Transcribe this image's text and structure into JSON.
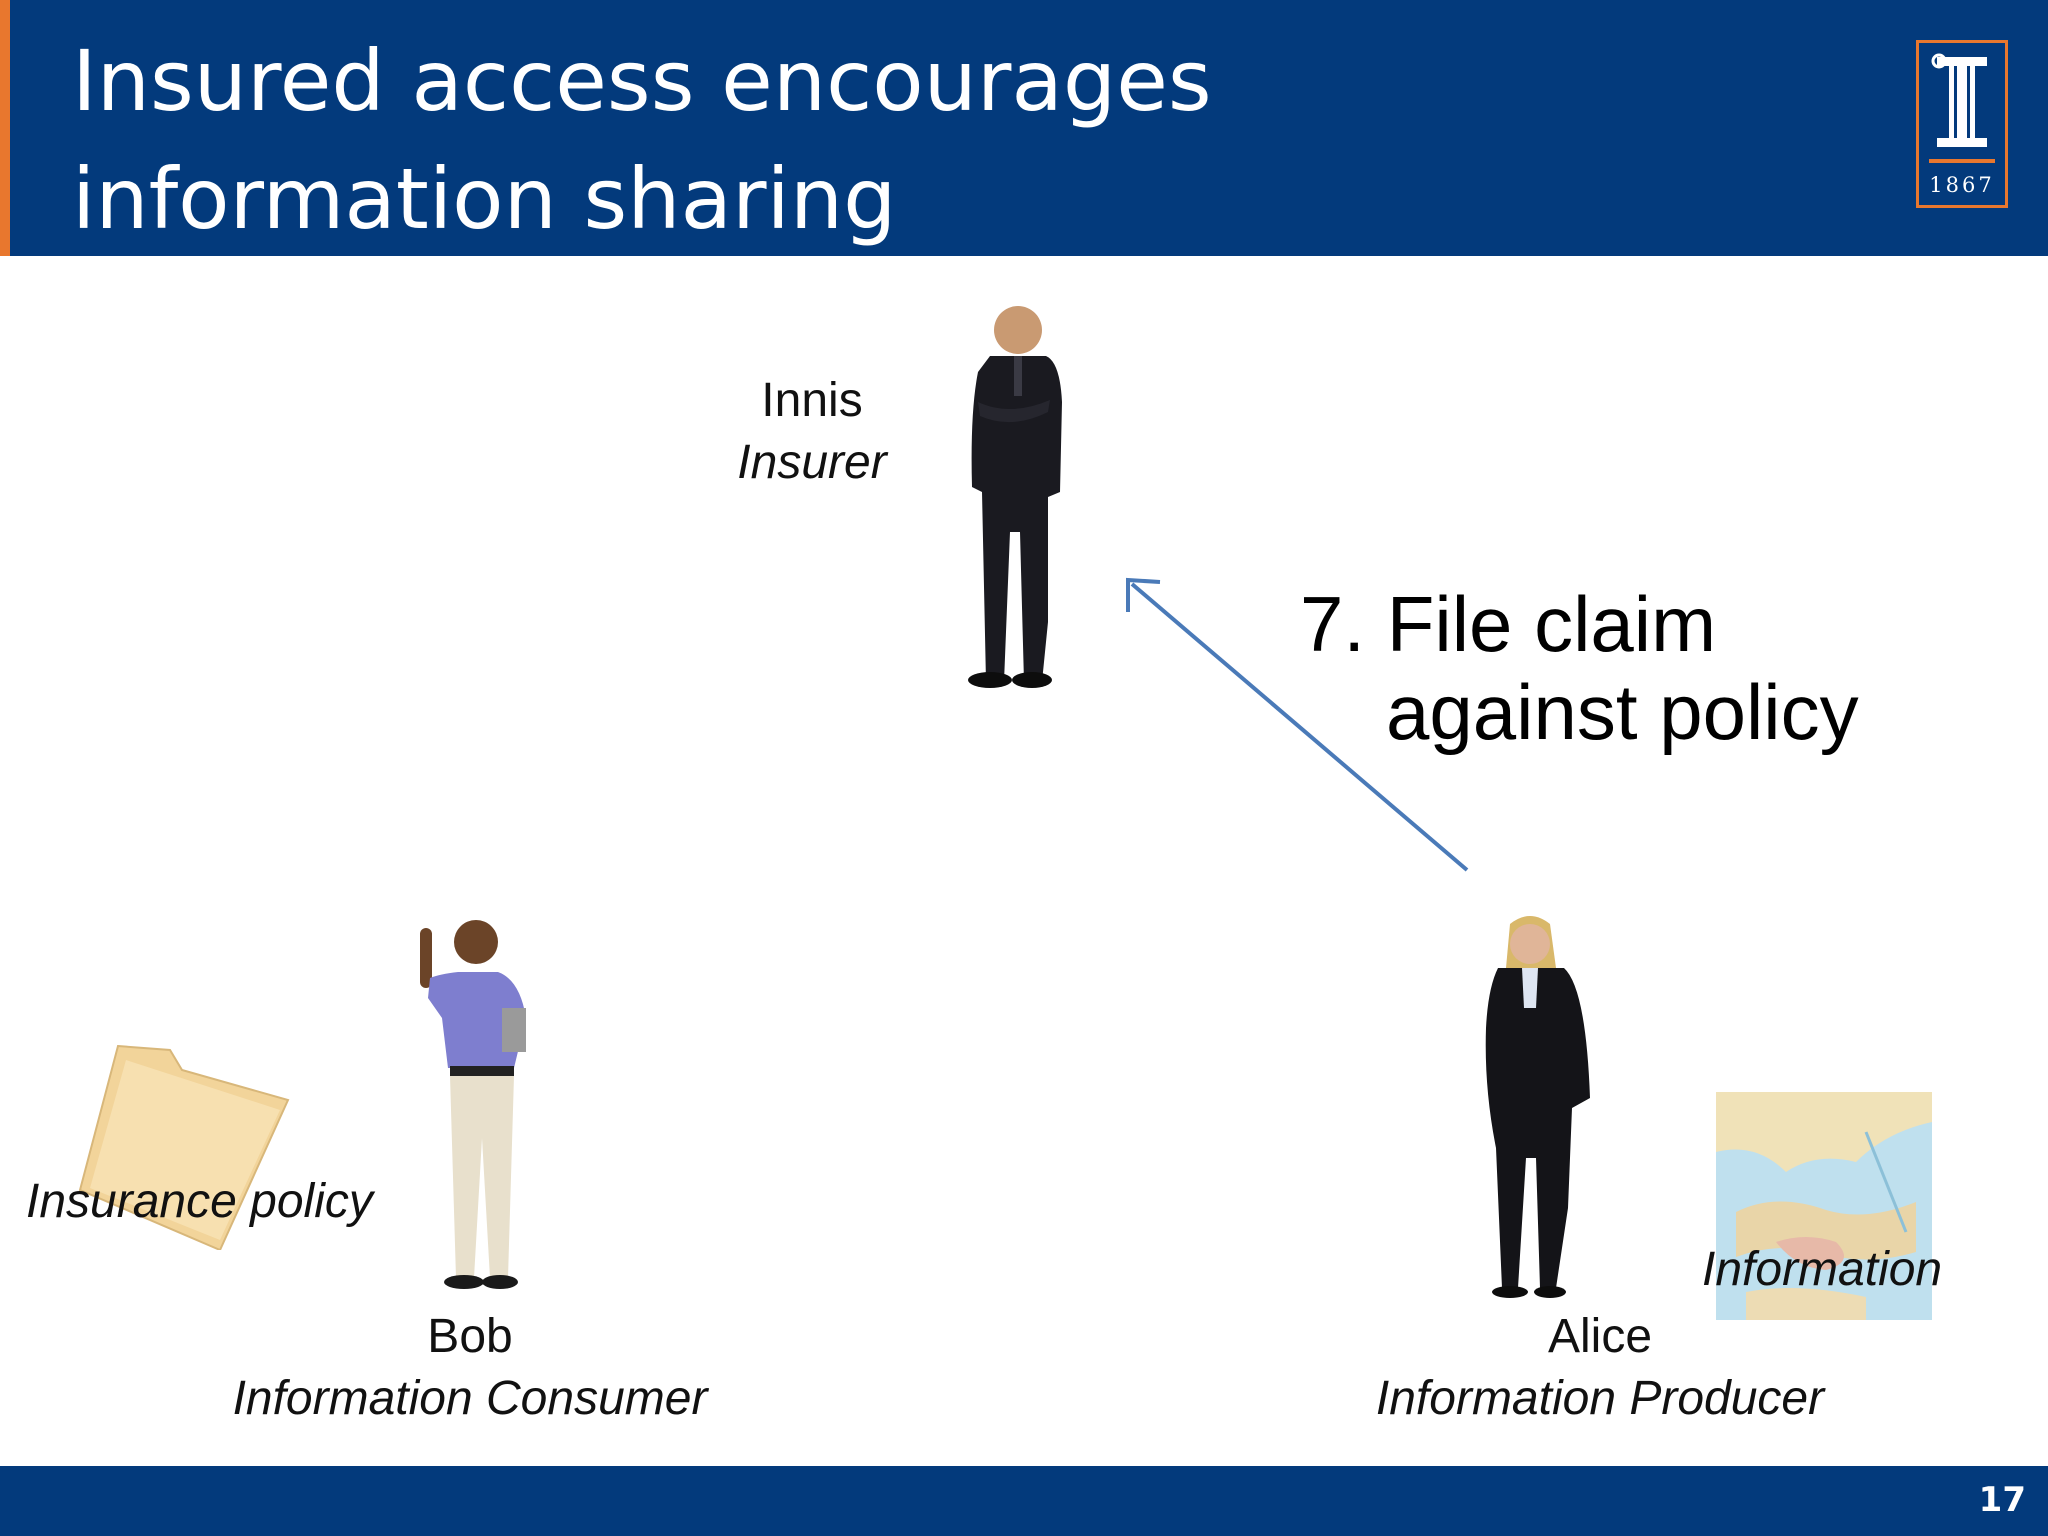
{
  "slide": {
    "title_line1": "Insured access encourages",
    "title_line2": "information sharing",
    "page_number": "17"
  },
  "logo": {
    "year": "1867",
    "icon": "university-column-icon"
  },
  "innis": {
    "name": "Innis",
    "role": "Insurer"
  },
  "bob": {
    "name": "Bob",
    "role": "Information Consumer"
  },
  "alice": {
    "name": "Alice",
    "role": "Information Producer"
  },
  "step": {
    "line1": "7. File claim",
    "line2": "against policy"
  },
  "items": {
    "policy_label": "Insurance policy",
    "info_label": "Information"
  },
  "colors": {
    "header_bg": "#033a7c",
    "accent_orange": "#e8772e",
    "arrow_blue": "#4a7ab8"
  }
}
